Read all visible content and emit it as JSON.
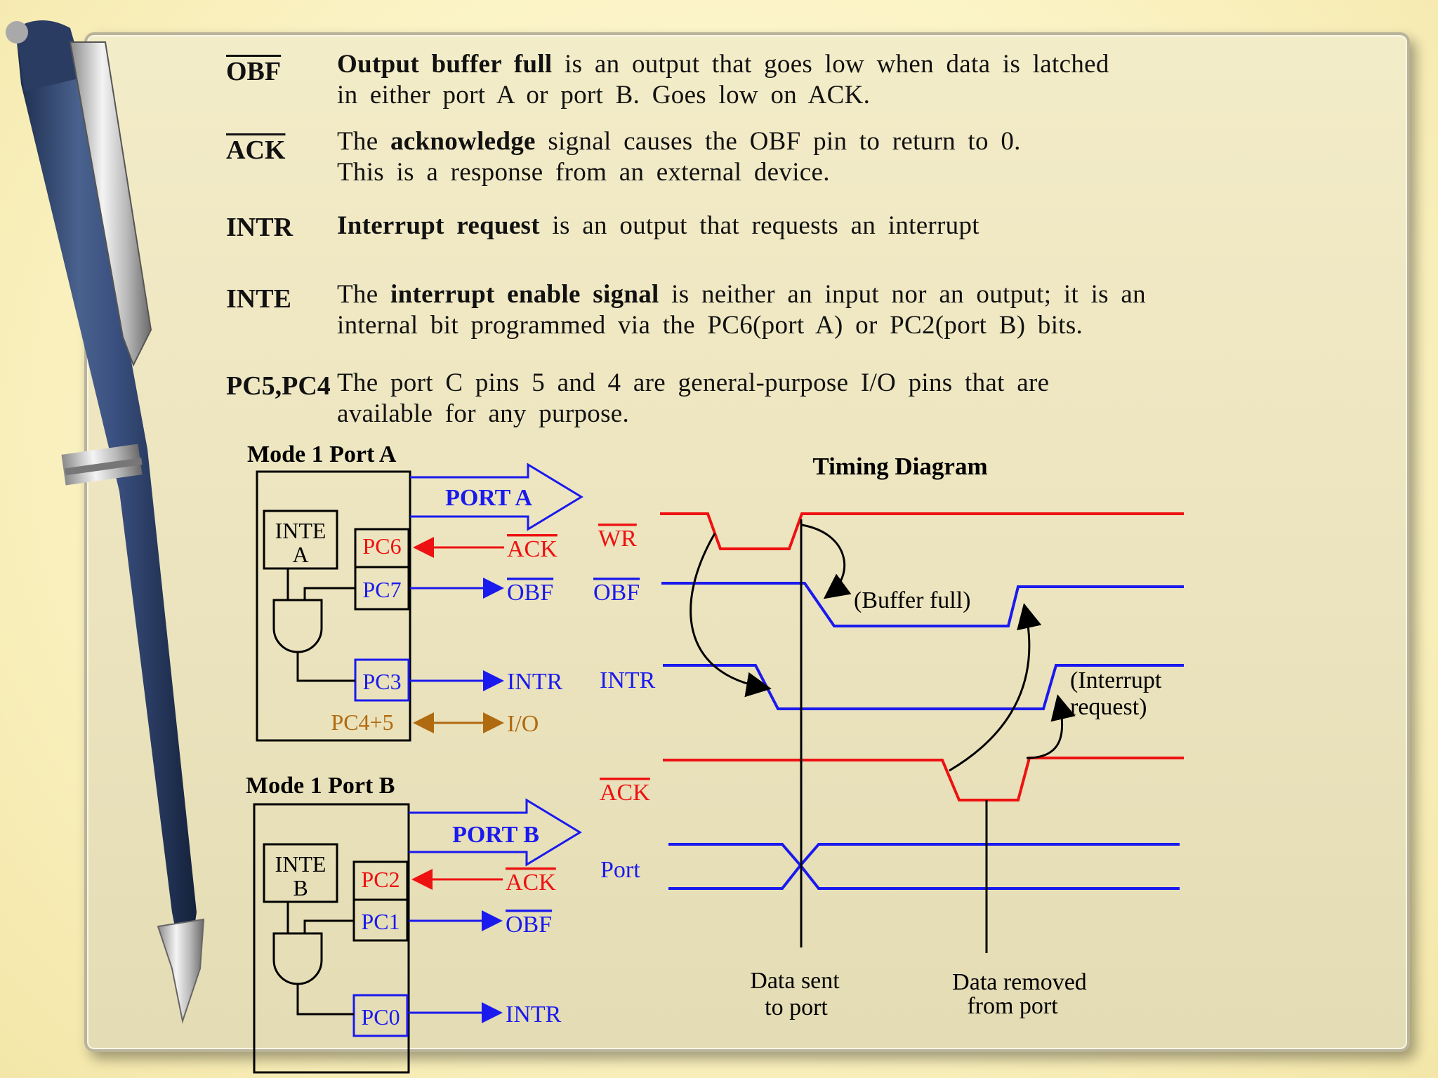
{
  "definitions": [
    {
      "term": "OBF",
      "overline": true,
      "line1_bold": "Output buffer full",
      "line1_rest": " is an output that goes low when data is latched",
      "line2": "in either port A or port B. Goes low on ACK."
    },
    {
      "term": "ACK",
      "overline": true,
      "line1_pre": "The ",
      "line1_bold": "acknowledge",
      "line1_rest": " signal causes the OBF pin to return to 0.",
      "line2": "This is a response from an external device."
    },
    {
      "term": "INTR",
      "overline": false,
      "line1_bold": "Interrupt request",
      "line1_rest": " is an output that requests an interrupt",
      "line2": ""
    },
    {
      "term": "INTE",
      "overline": false,
      "line1_pre": "The ",
      "line1_bold": "interrupt enable signal",
      "line1_rest": " is neither an input nor an output; it is an",
      "line2": "internal bit programmed via the PC6(port A) or PC2(port B) bits."
    },
    {
      "term": "PC5,PC4",
      "overline": false,
      "line1_pre": "The port C pins 5 and 4 are general-purpose I/O pins that are",
      "line1_bold": "",
      "line1_rest": "",
      "line2": "available for any purpose."
    }
  ],
  "port_a": {
    "title": "Mode 1 Port A",
    "inte": [
      "INTE",
      "A"
    ],
    "port_label": "PORT A",
    "pins": [
      "PC6",
      "PC7",
      "PC3",
      "PC4+5"
    ],
    "signals": [
      "ACK",
      "OBF",
      "INTR",
      "I/O"
    ]
  },
  "port_b": {
    "title": "Mode 1 Port B",
    "inte": [
      "INTE",
      "B"
    ],
    "port_label": "PORT B",
    "pins": [
      "PC2",
      "PC1",
      "PC0"
    ],
    "signals": [
      "ACK",
      "OBF",
      "INTR"
    ]
  },
  "timing": {
    "title": "Timing Diagram",
    "signals": [
      "WR",
      "OBF",
      "INTR",
      "ACK",
      "Port"
    ],
    "annotations": [
      "(Buffer full)",
      "(Interrupt",
      "request)"
    ],
    "markers": [
      [
        "Data sent",
        "to port"
      ],
      [
        "Data removed",
        "from port"
      ]
    ]
  },
  "colors": {
    "red": "#ee1111",
    "blue": "#1a1aee",
    "brown": "#b06a10",
    "black": "#000000"
  }
}
